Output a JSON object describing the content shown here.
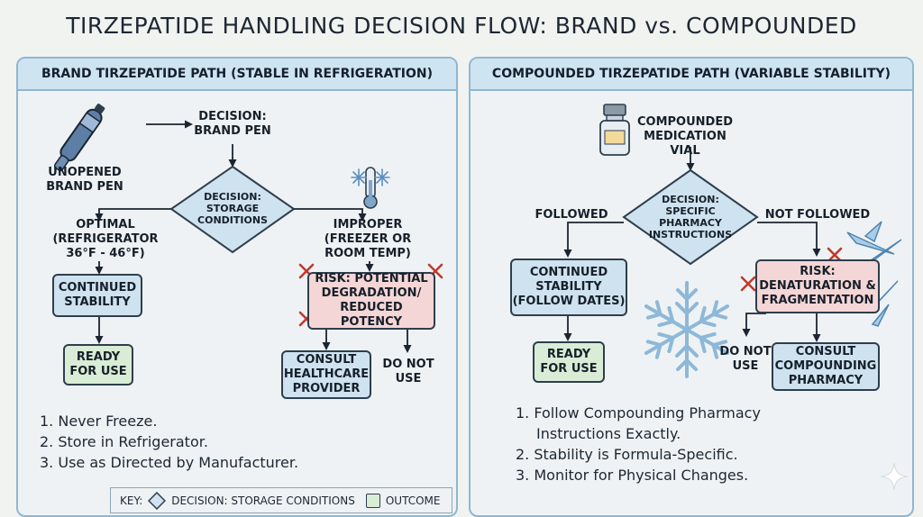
{
  "title": "TIRZEPATIDE HANDLING DECISION FLOW: BRAND vs. COMPOUNDED",
  "colors": {
    "panel_border": "#8fb7d2",
    "header_fill": "#cfe4f1",
    "decision_fill": "#cfe2ef",
    "outcome_fill": "#d9ecd5",
    "risk_fill": "#f5d6d6",
    "risk_mark": "#c0392b"
  },
  "brand": {
    "header": "BRAND TIRZEPATIDE PATH (STABLE IN REFRIGERATION)",
    "pen_label": "UNOPENED\nBRAND PEN",
    "decision_top": "DECISION:\nBRAND PEN",
    "diamond": "DECISION:\nSTORAGE\nCONDITIONS",
    "optimal": "OPTIMAL\n(REFRIGERATOR\n36°F - 46°F)",
    "improper": "IMPROPER\n(FREEZER OR\nROOM TEMP)",
    "continued": "CONTINUED\nSTABILITY",
    "ready": "READY\nFOR USE",
    "risk": "RISK: POTENTIAL\nDEGRADATION/\nREDUCED POTENCY",
    "consult": "CONSULT\nHEALTHCARE\nPROVIDER",
    "do_not_use": "DO NOT\nUSE",
    "notes": [
      "1. Never Freeze.",
      "2. Store in Refrigerator.",
      "3. Use as Directed by Manufacturer."
    ],
    "icons": [
      "pen-icon",
      "thermometer-snowflake-icon",
      "x-mark-icon"
    ]
  },
  "compounded": {
    "header": "COMPOUNDED TIRZEPATIDE PATH (VARIABLE STABILITY)",
    "vial_label": "COMPOUNDED\nMEDICATION VIAL",
    "diamond": "DECISION:\nSPECIFIC\nPHARMACY\nINSTRUCTIONS",
    "followed": "FOLLOWED",
    "not_followed": "NOT FOLLOWED",
    "continued": "CONTINUED\nSTABILITY\n(FOLLOW DATES)",
    "ready": "READY\nFOR USE",
    "risk": "RISK:\nDENATURATION &\nFRAGMENTATION",
    "do_not_use": "DO NOT\nUSE",
    "consult": "CONSULT\nCOMPOUNDING\nPHARMACY",
    "notes": [
      "1. Follow Compounding Pharmacy",
      "Instructions Exactly.",
      "2. Stability is Formula-Specific.",
      "3. Monitor for Physical Changes."
    ],
    "icons": [
      "vial-icon",
      "snowflake-icon",
      "ice-shard-icon",
      "x-mark-icon"
    ]
  },
  "key": {
    "label": "KEY:",
    "decision": "DECISION: STORAGE CONDITIONS",
    "outcome": "OUTCOME"
  }
}
